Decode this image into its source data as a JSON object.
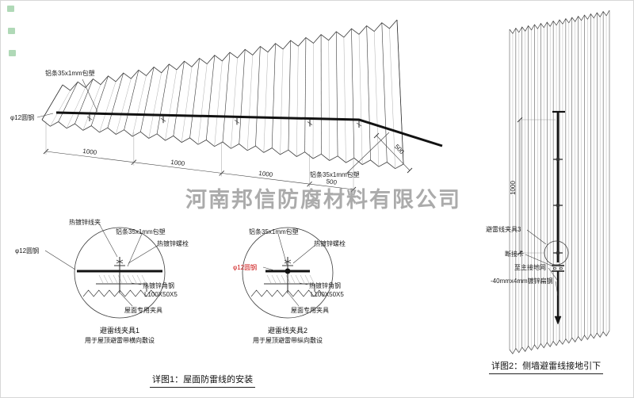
{
  "watermark": "河南邦信防腐材料有限公司",
  "colors": {
    "line": "#3a3a3a",
    "thick": "#121212",
    "red": "#cc1111",
    "watermark": "#8f8f8f"
  },
  "roof": {
    "label_strip_top": "铝条35x1mm包塑",
    "label_round_steel": "φ12圆钢",
    "label_strip_right": "铝条35x1mm包塑",
    "dims": [
      "1000",
      "1000",
      "1000",
      "500"
    ],
    "dim_side": "500"
  },
  "detail1": {
    "label_clamp": "热镀锌线夹",
    "label_strip": "铝条35x1mm包塑",
    "label_bolt": "热镀锌螺栓",
    "label_round_steel": "φ12圆钢",
    "label_angle": "热镀锌角钢",
    "label_angle_size": "L100X50X5",
    "label_fixture": "屋面专用夹具",
    "title": "避雷线夹具1",
    "subtitle": "用于屋顶避雷带横向敷设"
  },
  "detail2": {
    "label_strip": "铝条35x1mm包塑",
    "label_bolt": "热镀锌螺栓",
    "label_round_steel": "φ12圆钢",
    "label_angle": "热镀锌角钢",
    "label_angle_size": "L100X50X5",
    "label_fixture": "屋面专用夹具",
    "title": "避雷线夹具2",
    "subtitle": "用于屋顶避雷带纵向敷设"
  },
  "wall": {
    "dim": "1000",
    "label_clamp3": "避雷线夹具3",
    "label_disconnect": "断接卡",
    "label_ground": "至主接地网",
    "label_flat_steel": "-40mmx4mm镀锌扁钢"
  },
  "captions": {
    "detail1": "详图1：屋面防雷线的安装",
    "detail2": "详图2：侧墙避雷线接地引下"
  }
}
